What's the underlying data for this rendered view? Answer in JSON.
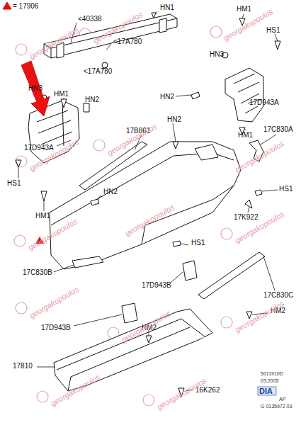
{
  "diagram": {
    "labels": [
      "= 17906",
      "<40338",
      "HN1",
      "<17A780",
      "<17A780",
      "HM1",
      "HS1",
      "HN3",
      "HN2",
      "17D943A",
      "HM1",
      "HN3",
      "HM1",
      "HN2",
      "17D943A",
      "HS1",
      "HM1",
      "17B861",
      "HN2",
      "17C830A",
      "HN2",
      "HS1",
      "17K922",
      "HS1",
      "17C830B",
      "17D943B",
      "17C830C",
      "17D943B",
      "HM2",
      "HM2",
      "17810",
      "16K262",
      "5011910D",
      "03.2005",
      "DIA",
      "AP",
      "G 0135972 03",
      "georgakopoulos",
      "georgakopoulos",
      "georgakopoulos",
      "georgakopoulos",
      "georgakopoulos",
      "georgakopoulos",
      "georgakopoulos",
      "georgakopoulos",
      "georgakopoulos",
      "georgakopoulos",
      "georgakopoulos",
      "georgakopoulos",
      "georgakopoulos",
      "georgakopoulos"
    ]
  }
}
